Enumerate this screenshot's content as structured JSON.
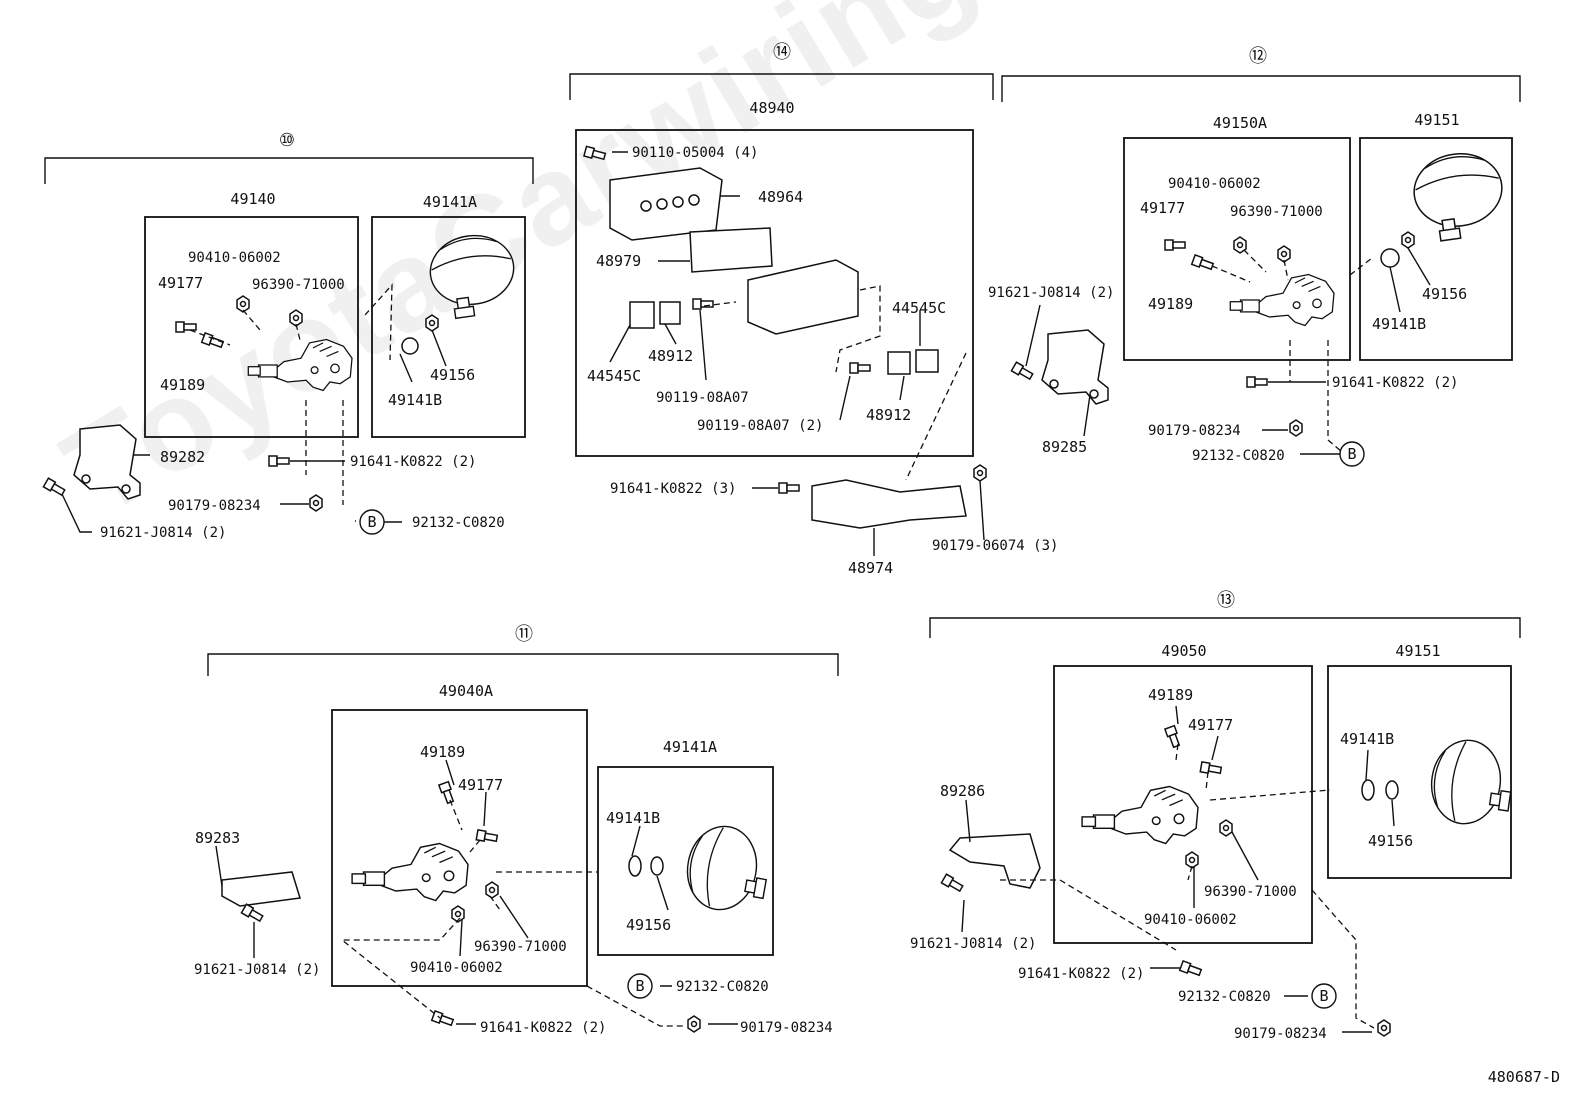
{
  "watermark": "ToyotaCarwiring.ru",
  "doc_code": "480687-D",
  "sections": {
    "s10": {
      "number": "⑩",
      "assembly": "49140",
      "accumulator": "49141A",
      "labels": [
        "90410-06002",
        "96390-71000",
        "49177",
        "49189",
        "49141B",
        "49156",
        "89282",
        "91641-K0822 (2)",
        "90179-08234",
        "92132-C0820",
        "91621-J0814 (2)"
      ],
      "b_marker": "B"
    },
    "s14": {
      "number": "⑭",
      "assembly": "48940",
      "labels": [
        "90110-05004 (4)",
        "48964",
        "48979",
        "44545C",
        "48912",
        "44545C",
        "90119-08A07",
        "90119-08A07 (2)",
        "48912",
        "91641-K0822 (3)",
        "48974",
        "90179-06074 (3)"
      ]
    },
    "s12": {
      "number": "⑫",
      "assembly": "49150A",
      "accumulator": "49151",
      "labels": [
        "90410-06002",
        "49177",
        "96390-71000",
        "49189",
        "49141B",
        "49156",
        "91621-J0814 (2)",
        "89285",
        "91641-K0822 (2)",
        "90179-08234",
        "92132-C0820"
      ],
      "b_marker": "B"
    },
    "s11": {
      "number": "⑪",
      "assembly": "49040A",
      "accumulator": "49141A",
      "labels": [
        "49189",
        "49177",
        "49141B",
        "89283",
        "49156",
        "96390-71000",
        "90410-06002",
        "91621-J0814 (2)",
        "92132-C0820",
        "91641-K0822 (2)",
        "90179-08234"
      ],
      "b_marker": "B"
    },
    "s13": {
      "number": "⑬",
      "assembly": "49050",
      "accumulator": "49151",
      "labels": [
        "49189",
        "49177",
        "49141B",
        "89286",
        "49156",
        "96390-71000",
        "90410-06002",
        "91621-J0814 (2)",
        "91641-K0822 (2)",
        "92132-C0820",
        "90179-08234"
      ],
      "b_marker": "B"
    }
  }
}
